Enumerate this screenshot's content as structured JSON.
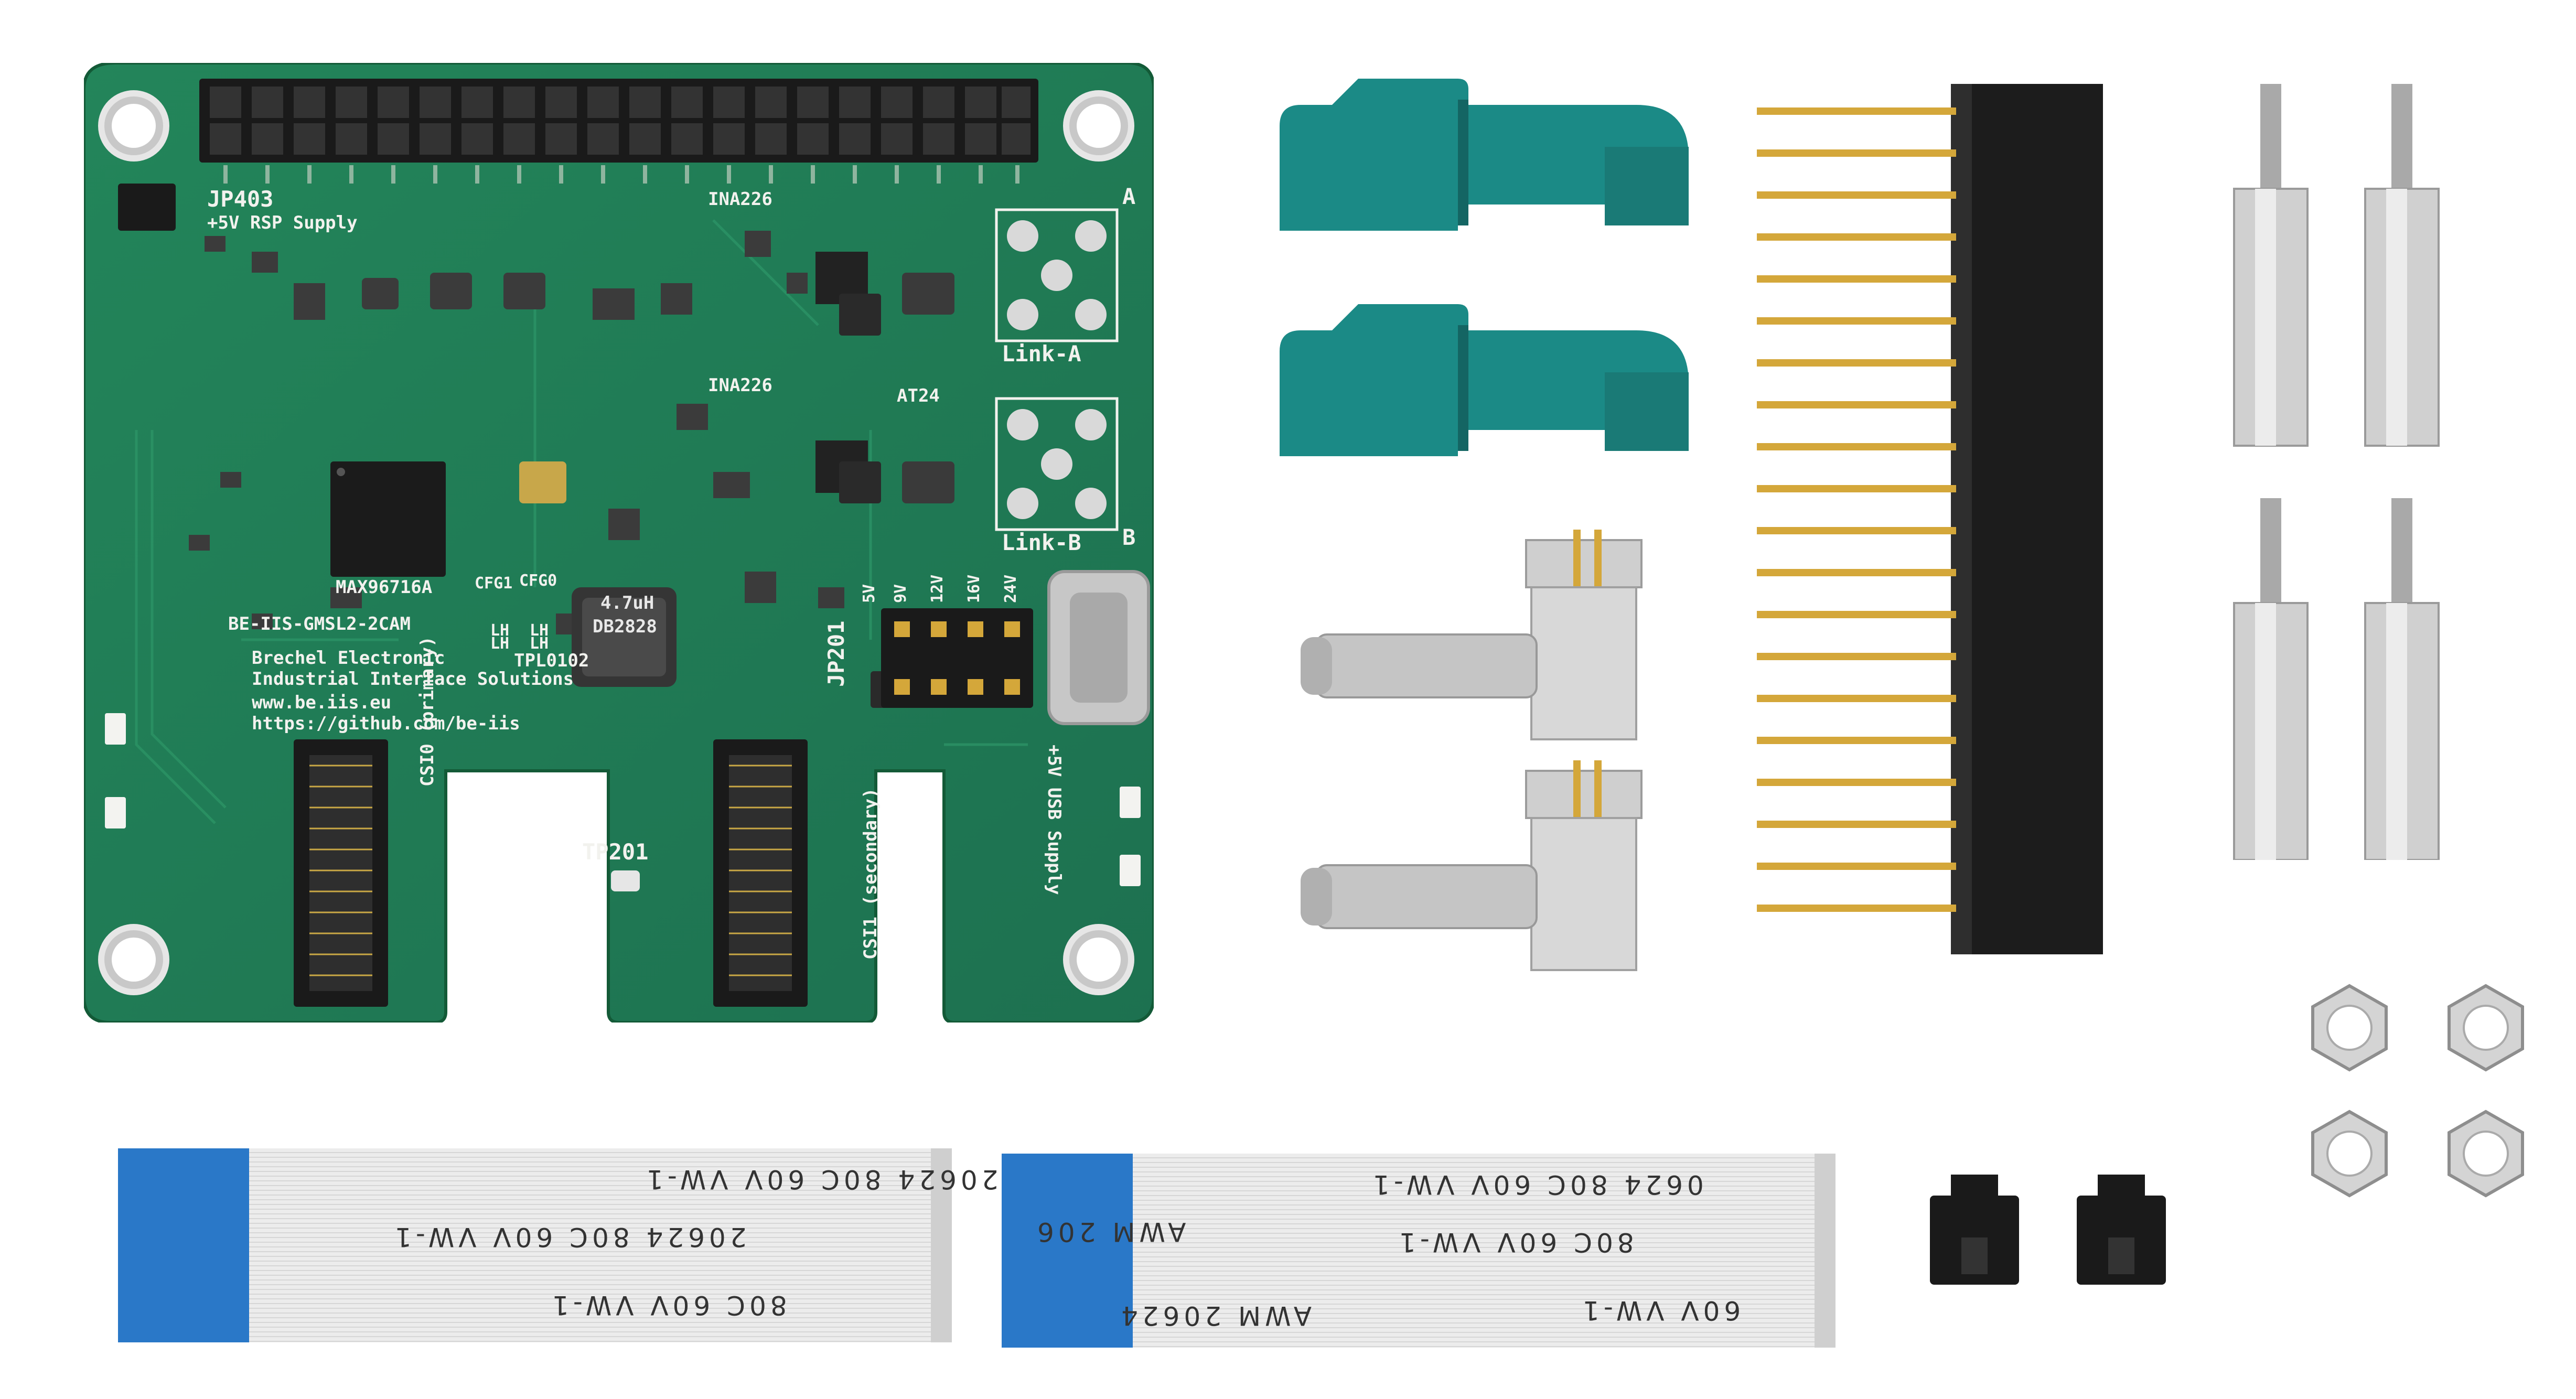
{
  "board": {
    "jp403_label": "JP403",
    "jp403_desc": "+5V RSP Supply",
    "ina226_a": "INA226",
    "ina226_b": "INA226",
    "at24": "AT24",
    "link_a": "Link-A",
    "link_b": "Link-B",
    "pin_a": "A",
    "pin_b": "B",
    "max_chip": "MAX96716A",
    "cfg1": "CFG1",
    "cfg0": "CFG0",
    "lh1": "LH",
    "lh2": "LH",
    "lh3": "LH",
    "lh4": "LH",
    "inductor_line1": "4.7uH",
    "inductor_line2": "DB2828",
    "board_name": "BE-IIS-GMSL2-2CAM",
    "company1": "Brechel Electronic",
    "company2": "Industrial Interface Solutions",
    "website": "www.be.iis.eu",
    "github": "https://github.com/be-iis",
    "tpl": "TPL0102",
    "jp201": "JP201",
    "v5": "5V",
    "v9": "9V",
    "v12": "12V",
    "v16": "16V",
    "v24": "24V",
    "usb_supply": "+5V USB Supply",
    "tp201": "TP201",
    "csi0": "CSI0 (primary)",
    "csi1": "CSI1 (secondary)"
  },
  "cables": {
    "left": {
      "line1": "AWM 20624 80C 60V VW-1",
      "line2": "20624 80C 60V VW-1",
      "line3": "80C 60V VW-1"
    },
    "right": {
      "line1": "0624 80C 60V VW-1",
      "line2": "AWM 206",
      "line3": "80C 60V VW-1",
      "line4": "60V VW-1",
      "line5": "AWM 20624"
    }
  },
  "colors": {
    "pcb": "#1f7a4d",
    "pcb_edge": "#16603b",
    "fakra": "#1b8a86",
    "header": "#1a1a1a",
    "gold": "#d4a73a",
    "metal": "#c9c9c9",
    "ffc_blue": "#2a78c8"
  }
}
